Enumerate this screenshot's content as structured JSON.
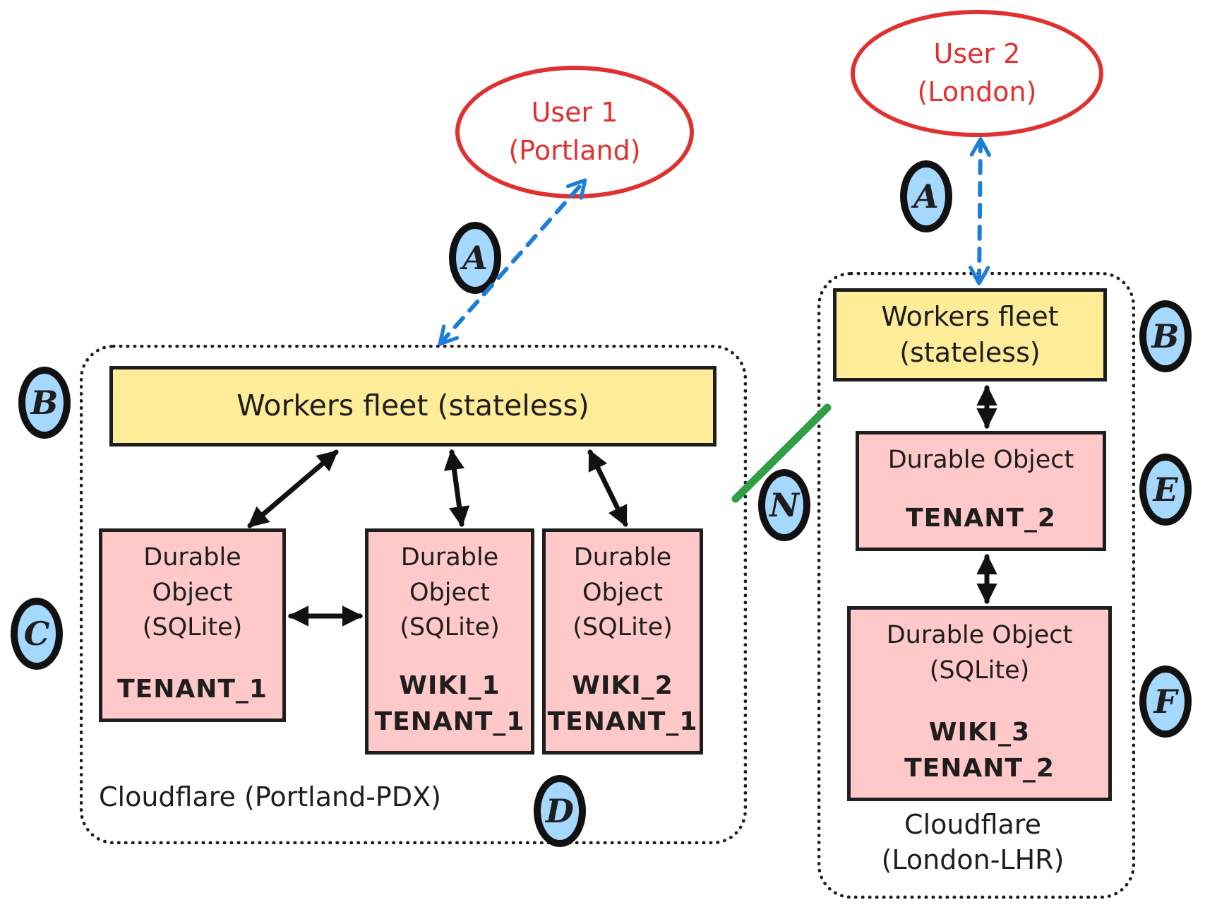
{
  "diagram": {
    "user1_label": "User 1\n(Portland)",
    "user2_label": "User 2\n(London)",
    "portland": {
      "workers_label": "Workers fleet (stateless)",
      "region_label": "Cloudflare (Portland-PDX)",
      "do_tenant1": {
        "title": "Durable\nObject\n(SQLite)",
        "id": "TENANT_1"
      },
      "do_wiki1": {
        "title": "Durable\nObject\n(SQLite)",
        "id": "WIKI_1\nTENANT_1"
      },
      "do_wiki2": {
        "title": "Durable\nObject\n(SQLite)",
        "id": "WIKI_2\nTENANT_1"
      }
    },
    "london": {
      "workers_label": "Workers fleet\n(stateless)",
      "region_label": "Cloudflare\n(London-LHR)",
      "do_tenant2": {
        "title": "Durable Object",
        "id": "TENANT_2"
      },
      "do_wiki3": {
        "title": "Durable Object\n(SQLite)",
        "id": "WIKI_3\nTENANT_2"
      }
    },
    "badges": {
      "a_left": "A",
      "b_left": "B",
      "c": "C",
      "d": "D",
      "n": "N",
      "a_right": "A",
      "b_right": "B",
      "e": "E",
      "f": "F"
    },
    "colors": {
      "user_red": "#e03131",
      "arrow_blue": "#1c7ed6",
      "workers_yellow": "#ffec99",
      "durable_pink": "#ffc9c9",
      "badge_blue": "#a5d8ff",
      "green_line": "#2f9e44",
      "ink": "#1e1e1e"
    }
  }
}
